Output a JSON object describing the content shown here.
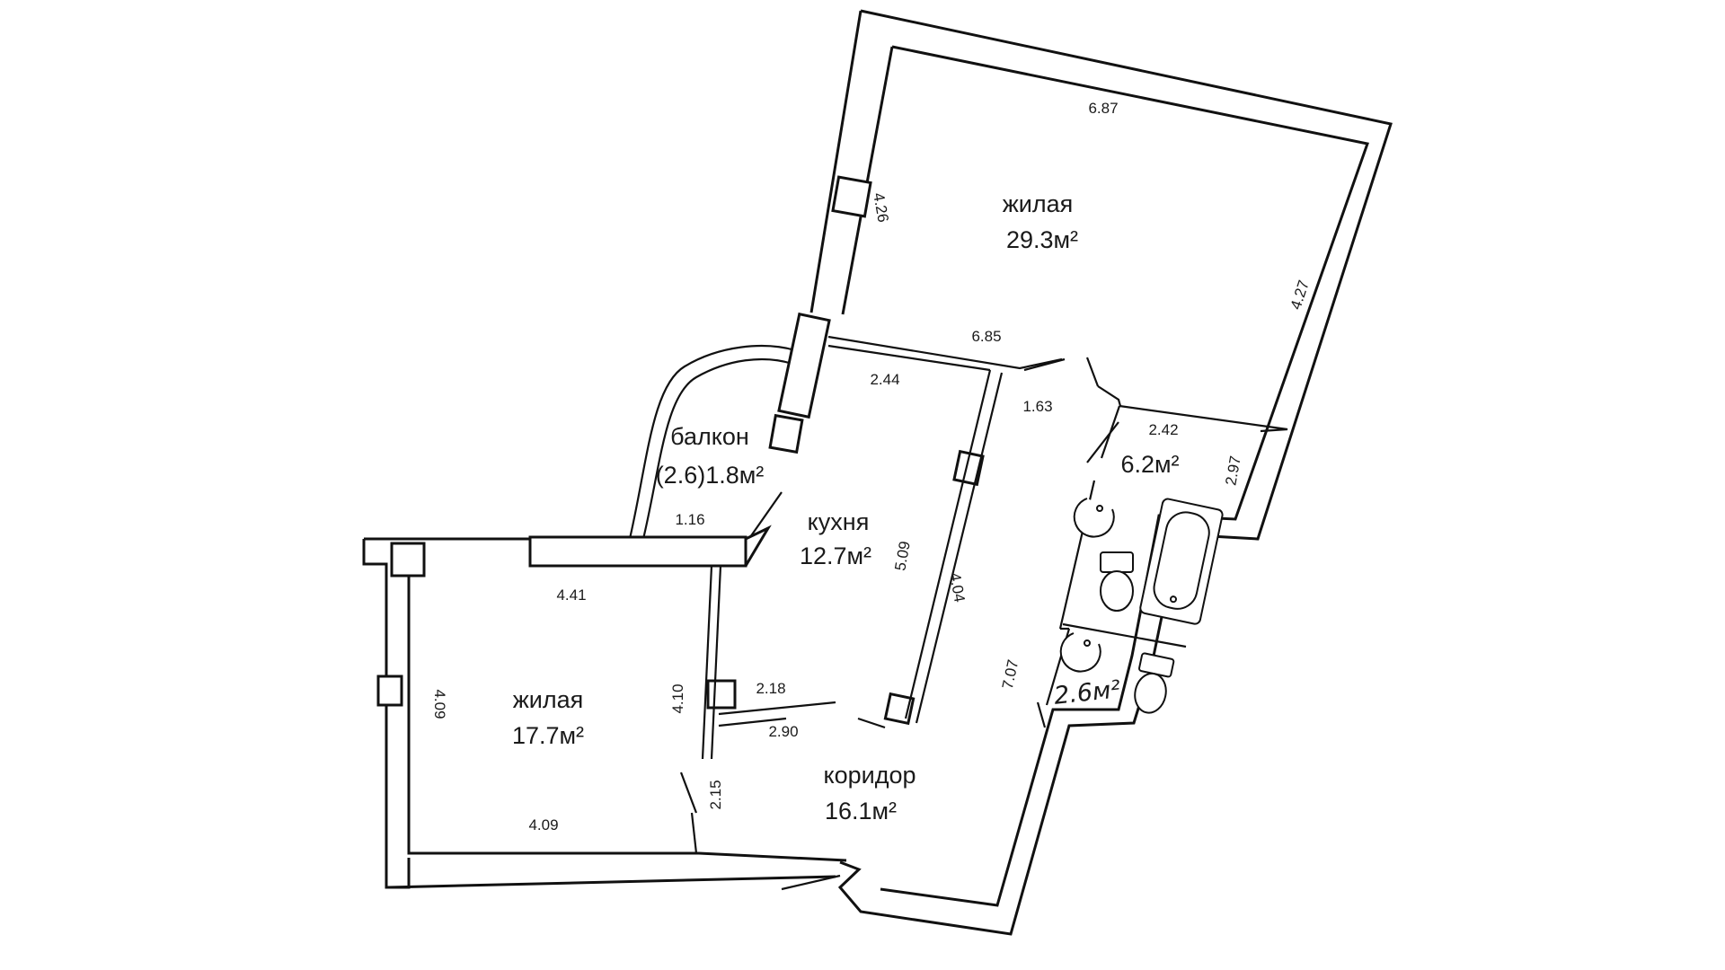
{
  "plan": {
    "rooms": {
      "living_large": {
        "name": "жилая",
        "area": "29.3м²"
      },
      "living_small": {
        "name": "жилая",
        "area": "17.7м²"
      },
      "kitchen": {
        "name": "кухня",
        "area": "12.7м²"
      },
      "balcony": {
        "name": "балкон",
        "area": "(2.6)1.8м²"
      },
      "corridor": {
        "name": "коридор",
        "area": "16.1м²"
      },
      "bathroom": {
        "area": "6.2м²"
      },
      "toilet": {
        "area": "2.6м²"
      }
    },
    "dimensions": {
      "d_687": "6.87",
      "d_426": "4.26",
      "d_427": "4.27",
      "d_685": "6.85",
      "d_244": "2.44",
      "d_163": "1.63",
      "d_242": "2.42",
      "d_297": "2.97",
      "d_116": "1.16",
      "d_509": "5.09",
      "d_404": "4.04",
      "d_441": "4.41",
      "d_409_left": "4.09",
      "d_410": "4.10",
      "d_218": "2.18",
      "d_290": "2.90",
      "d_707": "7.07",
      "d_215": "2.15",
      "d_409_bottom": "4.09"
    },
    "colors": {
      "line": "#111111",
      "background": "#ffffff"
    }
  }
}
